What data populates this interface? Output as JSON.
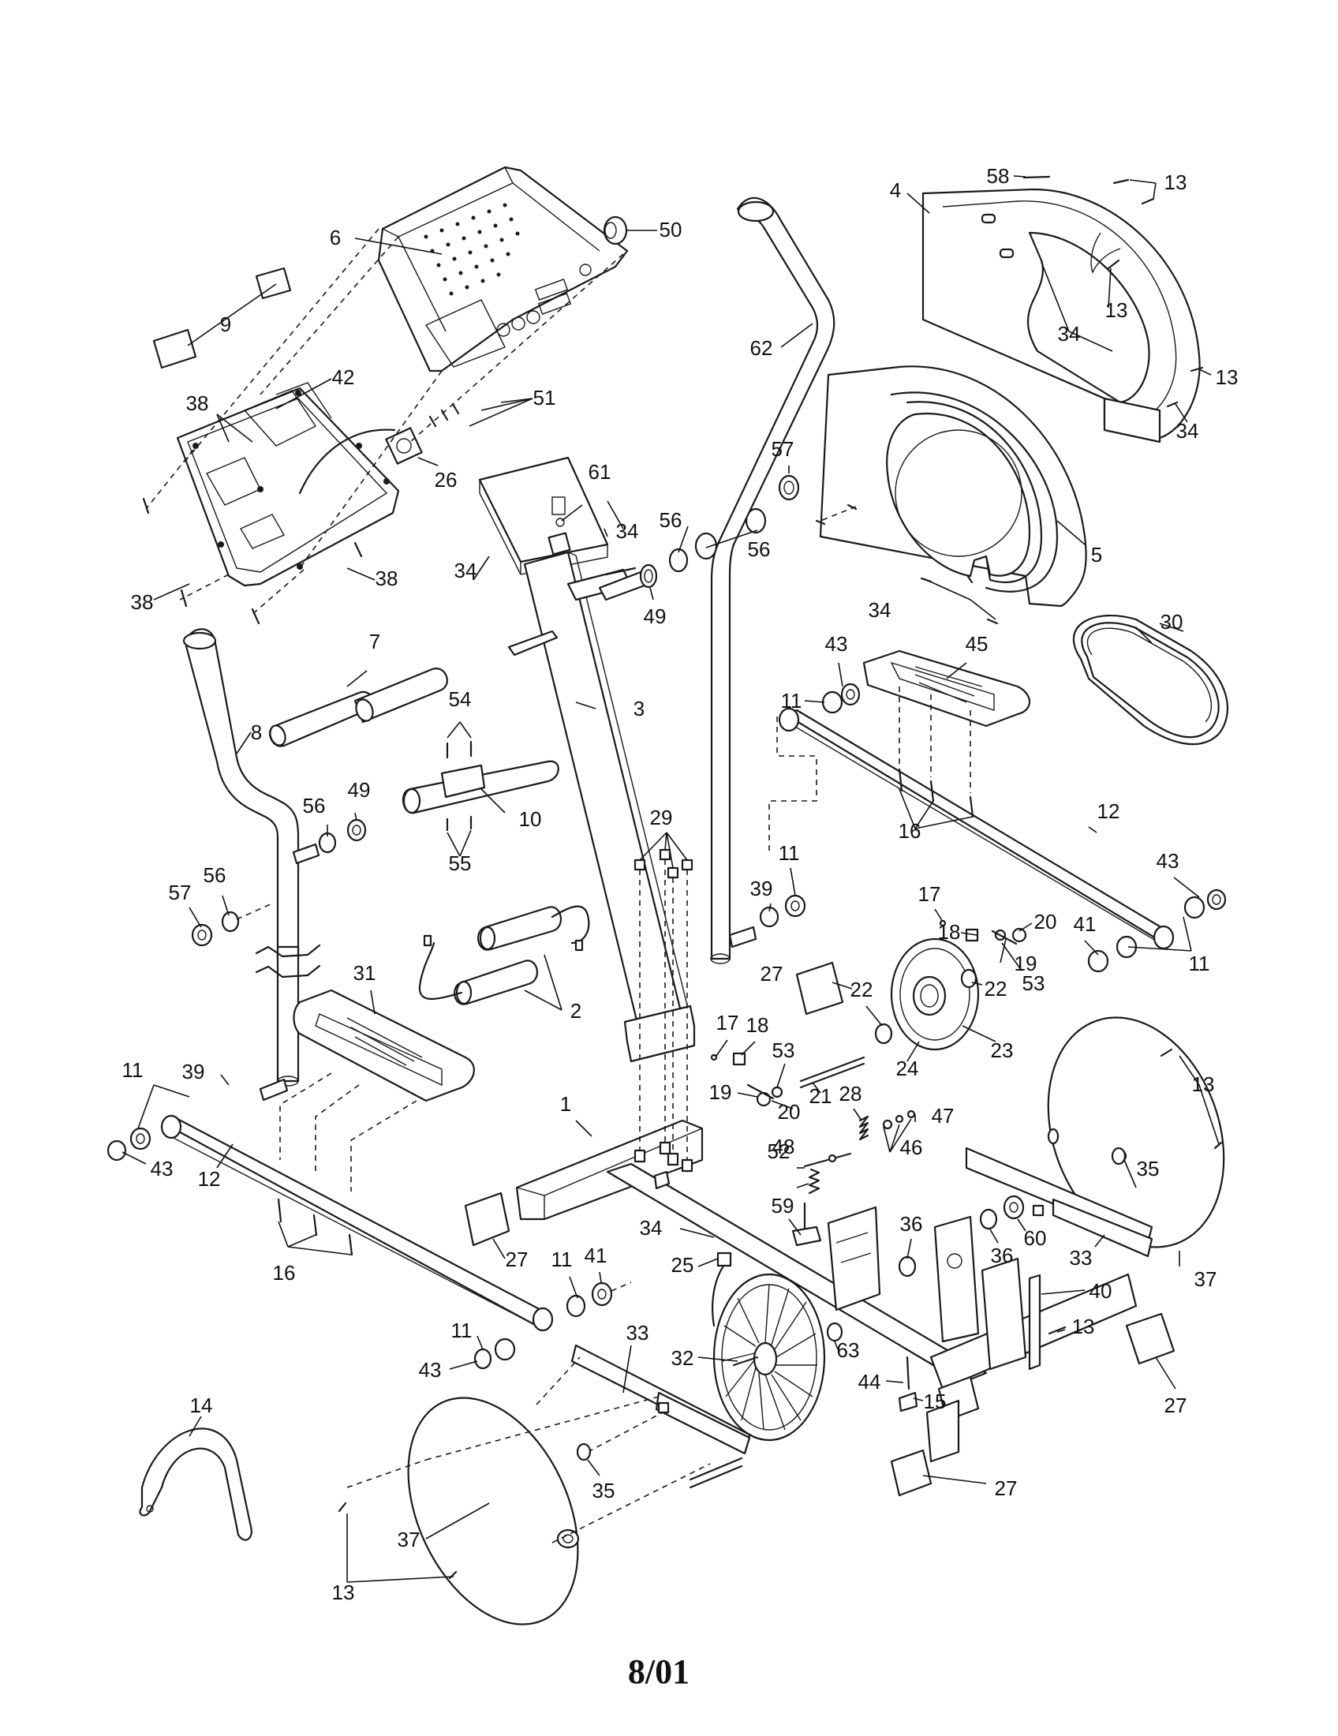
{
  "footer_text": "8/01",
  "callouts": [
    "1",
    "2",
    "3",
    "4",
    "5",
    "6",
    "7",
    "8",
    "9",
    "10",
    "11",
    "12",
    "13",
    "14",
    "15",
    "16",
    "17",
    "18",
    "19",
    "20",
    "21",
    "22",
    "23",
    "24",
    "25",
    "26",
    "27",
    "28",
    "29",
    "30",
    "31",
    "32",
    "33",
    "34",
    "35",
    "36",
    "37",
    "38",
    "39",
    "40",
    "41",
    "42",
    "43",
    "44",
    "45",
    "46",
    "47",
    "48",
    "49",
    "50",
    "51",
    "52",
    "53",
    "54",
    "55",
    "56",
    "57",
    "58",
    "59",
    "60",
    "61",
    "62",
    "63"
  ],
  "callout_instances": [
    {
      "id": "6"
    },
    {
      "id": "50"
    },
    {
      "id": "9"
    },
    {
      "id": "42"
    },
    {
      "id": "38"
    },
    {
      "id": "51"
    },
    {
      "id": "26"
    },
    {
      "id": "38"
    },
    {
      "id": "38"
    },
    {
      "id": "58"
    },
    {
      "id": "13"
    },
    {
      "id": "4"
    },
    {
      "id": "13"
    },
    {
      "id": "34"
    },
    {
      "id": "13"
    },
    {
      "id": "34"
    },
    {
      "id": "62"
    },
    {
      "id": "57"
    },
    {
      "id": "56"
    },
    {
      "id": "56"
    },
    {
      "id": "49"
    },
    {
      "id": "61"
    },
    {
      "id": "34"
    },
    {
      "id": "34"
    },
    {
      "id": "5"
    },
    {
      "id": "34"
    },
    {
      "id": "7"
    },
    {
      "id": "3"
    },
    {
      "id": "8"
    },
    {
      "id": "54"
    },
    {
      "id": "10"
    },
    {
      "id": "55"
    },
    {
      "id": "56"
    },
    {
      "id": "49"
    },
    {
      "id": "57"
    },
    {
      "id": "56"
    },
    {
      "id": "29"
    },
    {
      "id": "2"
    },
    {
      "id": "31"
    },
    {
      "id": "30"
    },
    {
      "id": "43"
    },
    {
      "id": "11"
    },
    {
      "id": "45"
    },
    {
      "id": "16"
    },
    {
      "id": "12"
    },
    {
      "id": "39"
    },
    {
      "id": "11"
    },
    {
      "id": "43"
    },
    {
      "id": "17"
    },
    {
      "id": "18"
    },
    {
      "id": "20"
    },
    {
      "id": "41"
    },
    {
      "id": "19"
    },
    {
      "id": "11"
    },
    {
      "id": "53"
    },
    {
      "id": "27"
    },
    {
      "id": "22"
    },
    {
      "id": "22"
    },
    {
      "id": "23"
    },
    {
      "id": "24"
    },
    {
      "id": "17"
    },
    {
      "id": "18"
    },
    {
      "id": "53"
    },
    {
      "id": "21"
    },
    {
      "id": "19"
    },
    {
      "id": "20"
    },
    {
      "id": "13"
    },
    {
      "id": "39"
    },
    {
      "id": "11"
    },
    {
      "id": "43"
    },
    {
      "id": "12"
    },
    {
      "id": "1"
    },
    {
      "id": "28"
    },
    {
      "id": "47"
    },
    {
      "id": "46"
    },
    {
      "id": "48"
    },
    {
      "id": "52"
    },
    {
      "id": "35"
    },
    {
      "id": "16"
    },
    {
      "id": "27"
    },
    {
      "id": "34"
    },
    {
      "id": "59"
    },
    {
      "id": "25"
    },
    {
      "id": "11"
    },
    {
      "id": "41"
    },
    {
      "id": "36"
    },
    {
      "id": "36"
    },
    {
      "id": "60"
    },
    {
      "id": "33"
    },
    {
      "id": "37"
    },
    {
      "id": "40"
    },
    {
      "id": "13"
    },
    {
      "id": "11"
    },
    {
      "id": "43"
    },
    {
      "id": "33"
    },
    {
      "id": "32"
    },
    {
      "id": "63"
    },
    {
      "id": "44"
    },
    {
      "id": "15"
    },
    {
      "id": "27"
    },
    {
      "id": "14"
    },
    {
      "id": "35"
    },
    {
      "id": "37"
    },
    {
      "id": "13"
    },
    {
      "id": "27"
    }
  ]
}
